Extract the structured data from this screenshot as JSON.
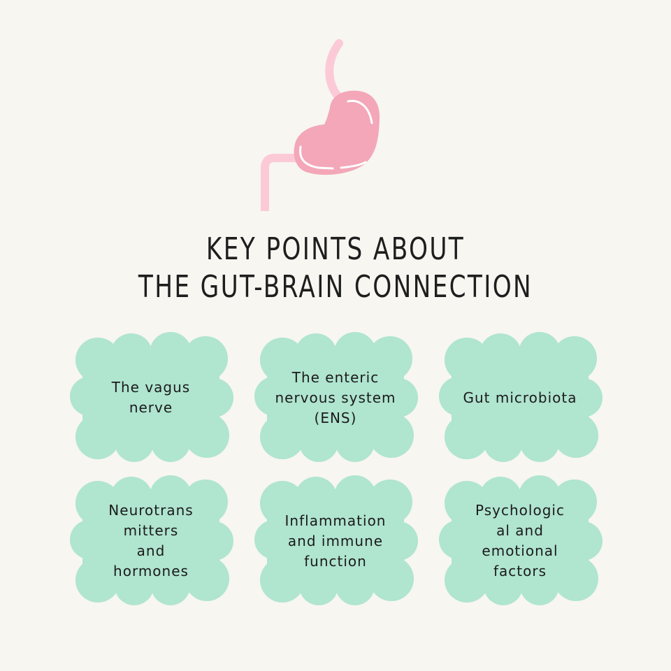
{
  "colors": {
    "background": "#f7f6f1",
    "card_fill": "#b0e5d0",
    "stomach_fill": "#f3a7b8",
    "esophagus": "#fccad7",
    "highlight": "#ffffff",
    "text": "#1b1b1b"
  },
  "icon": {
    "name": "stomach-icon"
  },
  "title": {
    "line1": "KEY POINTS ABOUT",
    "line2": "THE GUT-BRAIN CONNECTION"
  },
  "cards": [
    {
      "label": "The vagus\nnerve"
    },
    {
      "label": "The enteric\nnervous system\n(ENS)"
    },
    {
      "label": "Gut microbiota"
    },
    {
      "label": "Neurotrans\nmitters\nand\nhormones"
    },
    {
      "label": "Inflammation\nand immune\nfunction"
    },
    {
      "label": "Psychologic\nal and\nemotional\nfactors"
    }
  ]
}
